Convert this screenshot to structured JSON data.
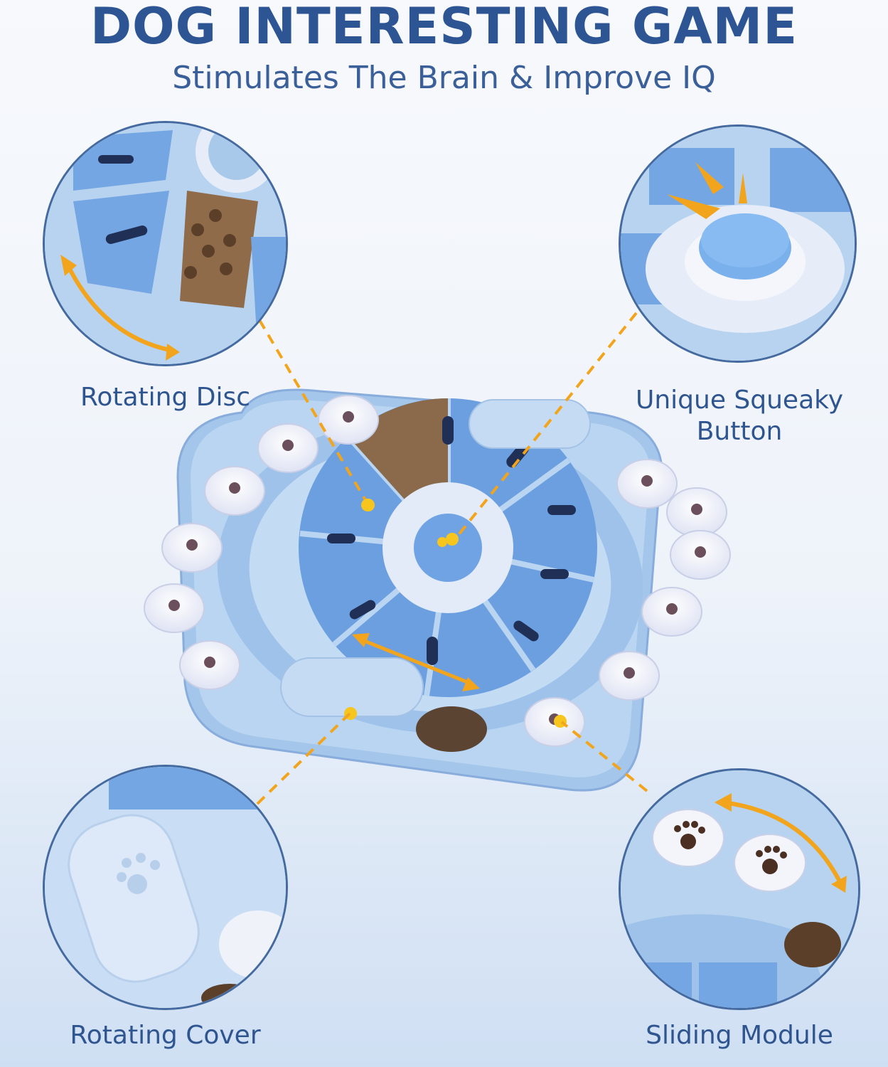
{
  "title": "DOG INTERESTING GAME",
  "subtitle": "Stimulates The Brain & Improve IQ",
  "features": {
    "rotating_disc": "Rotating Disc",
    "squeaky_button_line1": "Unique Squeaky",
    "squeaky_button_line2": "Button",
    "rotating_cover": "Rotating Cover",
    "sliding_module": "Sliding Module"
  },
  "colors": {
    "heading": "#2d5594",
    "accent": "#f2a51c",
    "toy_light_blue": "#a9c9eb",
    "toy_blue": "#6ea2e2",
    "button_white": "#f2f4fb"
  }
}
